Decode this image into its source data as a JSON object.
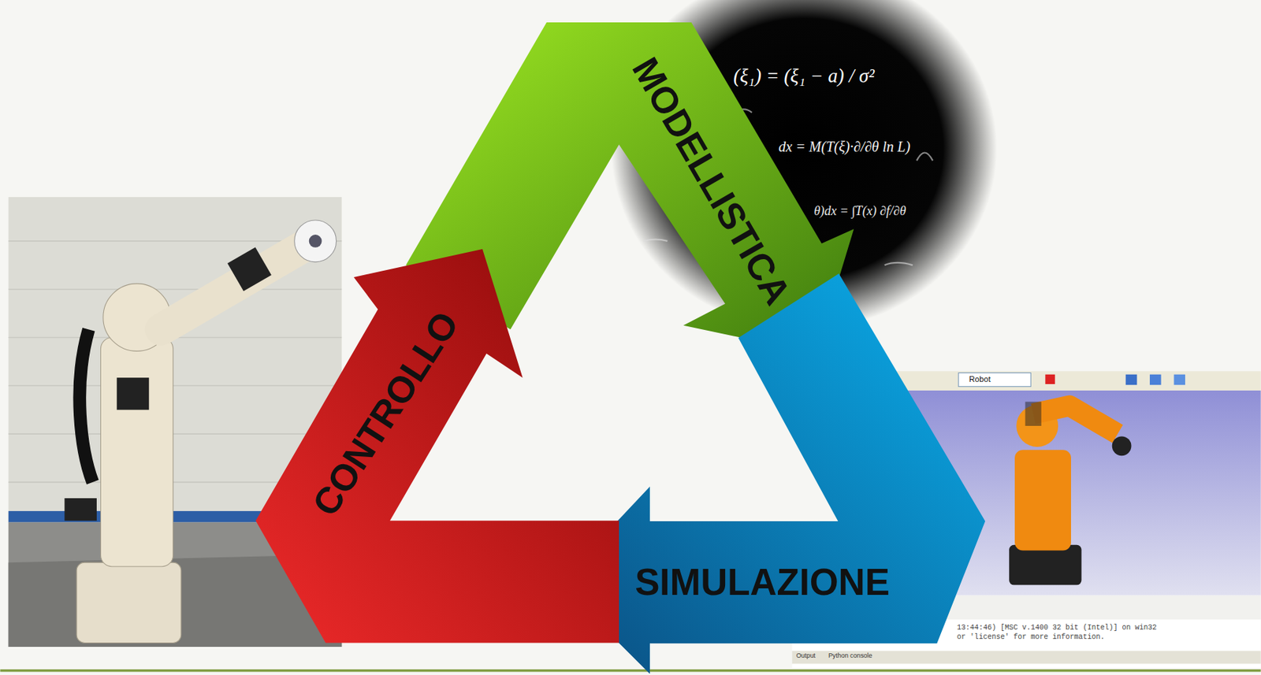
{
  "diagram": {
    "nodes": [
      {
        "text": [
          "MODELLISTICA"
        ]
      },
      {
        "text": [
          "SIMULAZIONE"
        ]
      },
      {
        "text": [
          "CONTROLLO"
        ]
      }
    ],
    "labels": [
      "(ξ₁) = (ξ₁ − a) / σ²",
      "dx = M(T(ξ)·∂/∂θ ln L)",
      "θ)dx = ∫T(x) ∂f/∂θ",
      "Robot",
      "13:44:46) [MSC v.1400 32 bit (Intel)] on win32",
      "or 'license' for more information.",
      "Output",
      "Python console"
    ]
  }
}
